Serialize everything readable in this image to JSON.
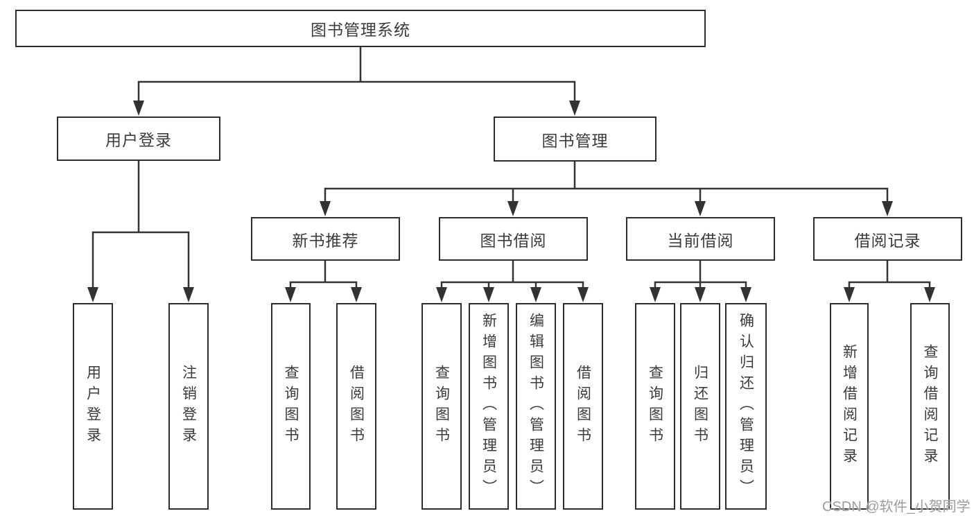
{
  "diagram": {
    "title": "图书管理系统",
    "root": {
      "label": "图书管理系统"
    },
    "login_branch": {
      "label": "用户登录",
      "children": [
        {
          "label": "用户登录"
        },
        {
          "label": "注销登录"
        }
      ]
    },
    "mgmt_branch": {
      "label": "图书管理",
      "groups": [
        {
          "label": "新书推荐",
          "children": [
            {
              "label": "查询图书"
            },
            {
              "label": "借阅图书"
            }
          ]
        },
        {
          "label": "图书借阅",
          "children": [
            {
              "label": "查询图书"
            },
            {
              "label": "新增图书（管理员）"
            },
            {
              "label": "编辑图书（管理员）"
            },
            {
              "label": "借阅图书"
            }
          ]
        },
        {
          "label": "当前借阅",
          "children": [
            {
              "label": "查询图书"
            },
            {
              "label": "归还图书"
            },
            {
              "label": "确认归还（管理员）"
            }
          ]
        },
        {
          "label": "借阅记录",
          "children": [
            {
              "label": "新增借阅记录"
            },
            {
              "label": "查询借阅记录"
            }
          ]
        }
      ]
    }
  },
  "watermark": {
    "text": "CSDN @软件_小贺同学"
  },
  "colors": {
    "line": "#333333",
    "box_border": "#2d2d2d",
    "text": "#3b3b3b",
    "watermark": "#9c9c9c",
    "background": "#ffffff"
  }
}
